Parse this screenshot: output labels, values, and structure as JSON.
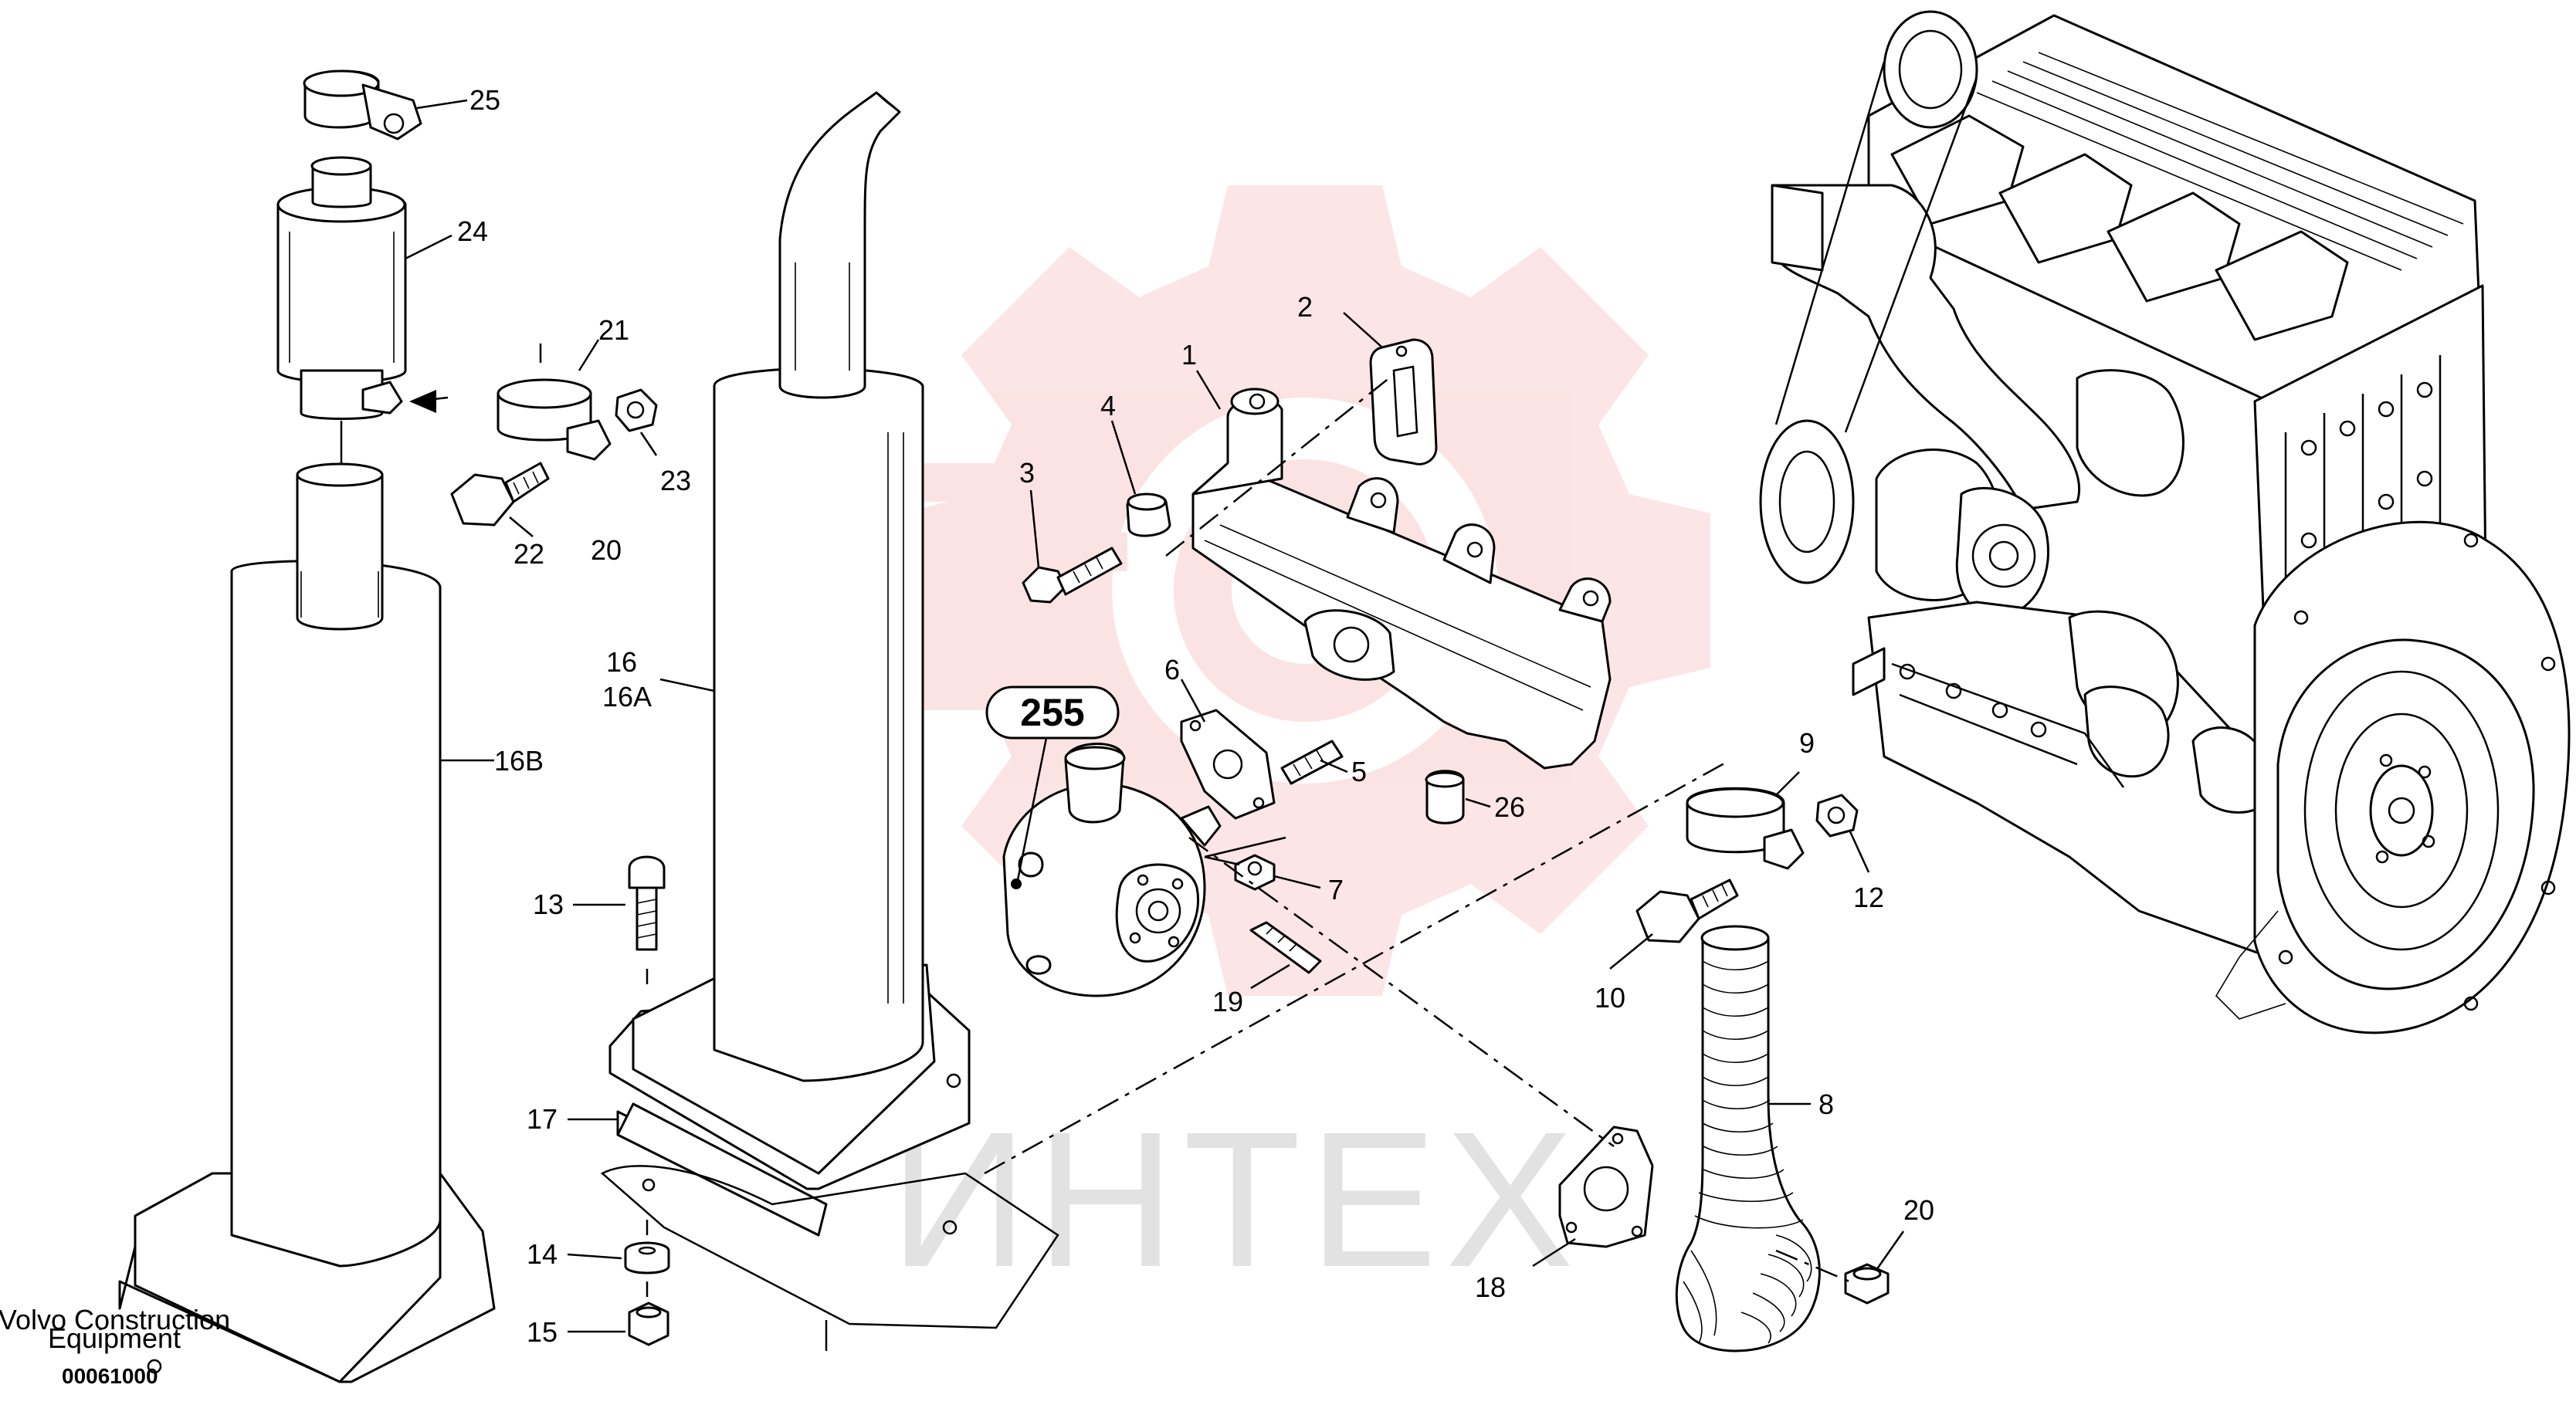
{
  "watermark": {
    "text": "ИНТЕХ",
    "color": "#e8333a"
  },
  "brand": {
    "line1": "Volvo Construction",
    "line2": "Equipment",
    "code": "00061000"
  },
  "callout": {
    "text": "255"
  },
  "labels": {
    "p1": "1",
    "p2": "2",
    "p3": "3",
    "p4": "4",
    "p5": "5",
    "p6": "6",
    "p7": "7",
    "p8": "8",
    "p9": "9",
    "p10": "10",
    "p12": "12",
    "p13": "13",
    "p14": "14",
    "p15": "15",
    "p16": "16",
    "p16a": "16A",
    "p16b": "16B",
    "p17": "17",
    "p18": "18",
    "p19": "19",
    "p20a": "20",
    "p20b": "20",
    "p21": "21",
    "p22": "22",
    "p23": "23",
    "p24": "24",
    "p25": "25",
    "p26": "26"
  }
}
